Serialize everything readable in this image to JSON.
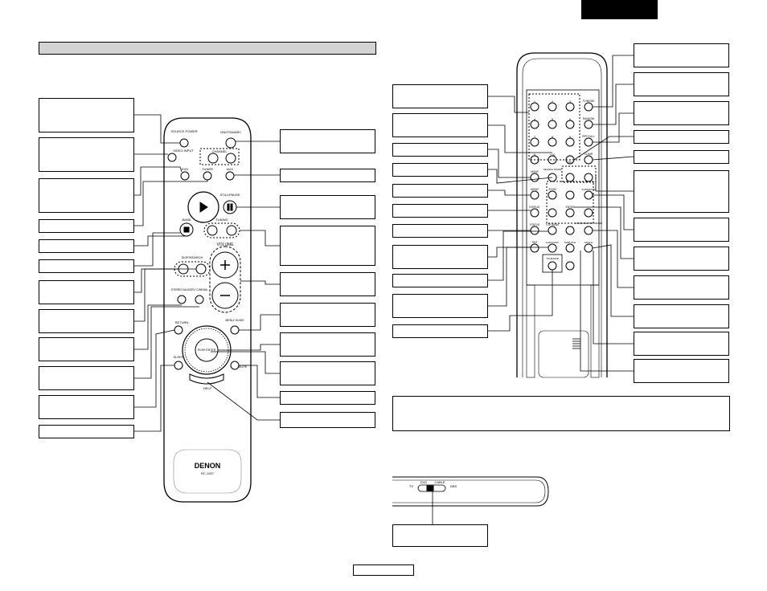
{
  "remote_front": {
    "brand": "DENON",
    "model": "RC-1007",
    "buttons": {
      "source_power": "SOURCE POWER",
      "on_standby": "ON/STANDBY",
      "video_input": "VIDEO INPUT",
      "channel": "CHANNEL",
      "dvd": "DVD",
      "tuner": "TUNER",
      "aux": "AUX",
      "still_pause": "STILL/PAUSE",
      "band": "BAND",
      "tuning": "TUNING",
      "volume": "VOLUME",
      "skip_search": "SKIP/SEARCH",
      "stereo_music": "STEREO MUSIC",
      "tv_cinema": "TV/ CINEMA",
      "return": "RETURN",
      "menu_guide": "MENU/ GUIDE",
      "push_enter": "PUSH ENTER",
      "sleep": "SLEEP",
      "mute": "MUTE",
      "help": "HELP"
    }
  },
  "remote_back": {
    "digits": [
      "1",
      "2",
      "3",
      "4",
      "5",
      "6",
      "7",
      "8",
      "9",
      "0",
      "+10",
      "-"
    ],
    "buttons": {
      "tv_mode": "TV/MODE",
      "random": "RANDOM",
      "rpt": "RPT/CALL",
      "call": "CALL",
      "clear": "CLEAR",
      "mode": "MODE",
      "search_mode": "SEARCH MODE",
      "memo": "MEMO",
      "zoom": "ZOOM",
      "surround": "SURROUND",
      "display": "DISPLAY",
      "enter": "ENTER",
      "status": "STATUS",
      "top_menu": "TOP MENU",
      "surround_parameter": "SURROUND PARAMETER",
      "rds": "RDS",
      "audio_off": "AUDIO/OFF",
      "subtitle": "SUBTITLE",
      "angle": "ANGLE",
      "tone_dde": "TONE/DDE"
    }
  },
  "switch": {
    "positions": [
      "TV",
      "DVD",
      "CABLE",
      "DBS"
    ]
  }
}
